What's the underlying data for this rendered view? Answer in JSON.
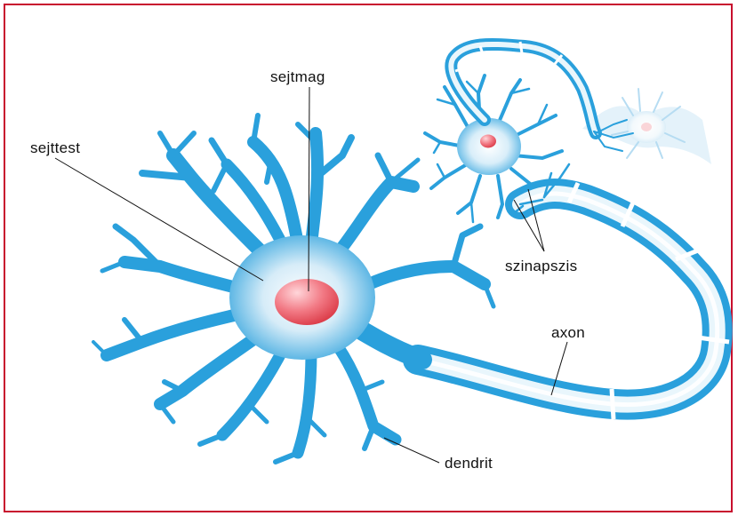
{
  "labels": {
    "nucleus": "sejtmag",
    "cell_body": "sejttest",
    "synapse": "szinapszis",
    "axon": "axon",
    "dendrite": "dendrit"
  },
  "colors": {
    "frame": "#c8102e",
    "neuron_blue": "#2aa0dc",
    "neuron_light": "#e8f4fb",
    "nucleus": "#e8505b"
  }
}
